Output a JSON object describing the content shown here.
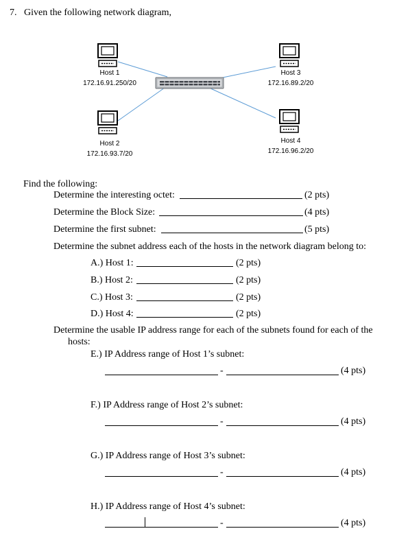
{
  "question": {
    "number": "7.",
    "text": "Given the following network diagram,"
  },
  "diagram": {
    "hosts": [
      {
        "name": "Host 1",
        "ip": "172.16.91.250/20"
      },
      {
        "name": "Host 2",
        "ip": "172.16.93.7/20"
      },
      {
        "name": "Host 3",
        "ip": "172.16.89.2/20"
      },
      {
        "name": "Host 4",
        "ip": "172.16.96.2/20"
      }
    ],
    "link_color": "#5b9bd5"
  },
  "find_label": "Find the following:",
  "items": [
    {
      "label": "Determine the interesting octet:",
      "pts": "(2 pts)"
    },
    {
      "label": "Determine the Block Size:",
      "pts": "(4 pts)"
    },
    {
      "label": "Determine the first subnet:",
      "pts": "(5 pts)"
    }
  ],
  "subnet_heading": "Determine the subnet address each of the hosts in the network diagram belong to:",
  "subnet_items": [
    {
      "label": "A.) Host 1:",
      "pts": "(2 pts)"
    },
    {
      "label": "B.) Host 2:",
      "pts": "(2 pts)"
    },
    {
      "label": "C.) Host 3:",
      "pts": "(2 pts)"
    },
    {
      "label": "D.) Host 4:",
      "pts": "(2 pts)"
    }
  ],
  "range_heading_line1": "Determine the usable IP address range for each of the subnets found for each of the",
  "range_heading_line2": "hosts:",
  "range_items": [
    {
      "label": "E.) IP Address range of Host 1’s subnet:",
      "dash": "-",
      "pts": "(4 pts)"
    },
    {
      "label": "F.) IP Address range of Host 2’s subnet:",
      "dash": "-",
      "pts": "(4 pts)"
    },
    {
      "label": "G.) IP Address range of Host 3’s subnet:",
      "dash": "-",
      "pts": "(4 pts)"
    },
    {
      "label": "H.) IP Address range of Host 4’s subnet:",
      "dash": "-",
      "pts": "(4 pts)"
    }
  ]
}
